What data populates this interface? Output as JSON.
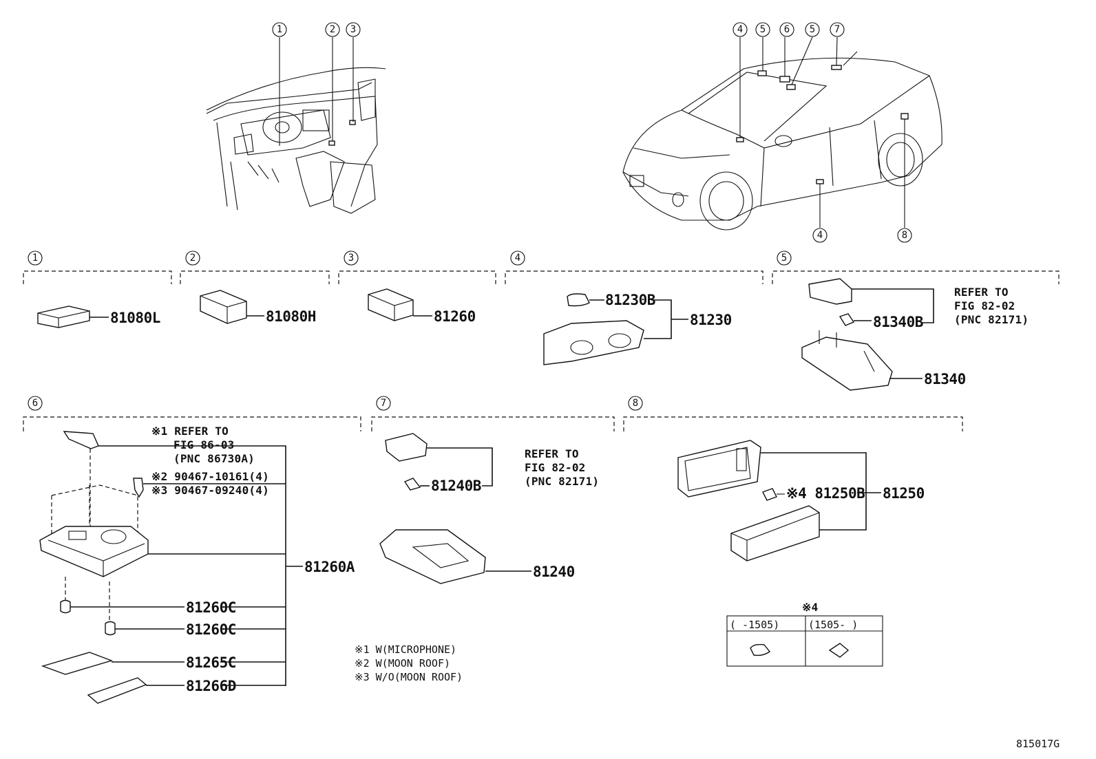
{
  "diagram": {
    "overview_callouts_interior": [
      "1",
      "2",
      "3"
    ],
    "overview_callouts_vehicle_top": [
      "4",
      "5",
      "6",
      "5",
      "7"
    ],
    "overview_callouts_vehicle_bottom": [
      "4",
      "8"
    ],
    "sections": [
      {
        "num": "1",
        "parts": [
          "81080L"
        ]
      },
      {
        "num": "2",
        "parts": [
          "81080H"
        ]
      },
      {
        "num": "3",
        "parts": [
          "81260"
        ]
      },
      {
        "num": "4",
        "parts": [
          "81230B",
          "81230"
        ]
      },
      {
        "num": "5",
        "parts": [
          "81340B",
          "81340"
        ],
        "ref": [
          "REFER TO",
          "FIG 82-02",
          "(PNC 82171)"
        ]
      },
      {
        "num": "6",
        "parts": [
          "81260A",
          "81260C",
          "81260C",
          "81265C",
          "81266D"
        ],
        "ref": [
          "※1 REFER TO",
          "FIG 86-03",
          "(PNC 86730A)"
        ],
        "fasteners": [
          "※2 90467-10161(4)",
          "※3 90467-09240(4)"
        ]
      },
      {
        "num": "7",
        "parts": [
          "81240B",
          "81240"
        ],
        "ref": [
          "REFER TO",
          "FIG 82-02",
          "(PNC 82171)"
        ]
      },
      {
        "num": "8",
        "parts": [
          "※4 81250B",
          "81250"
        ]
      }
    ],
    "notes": [
      "※1 W(MICROPHONE)",
      "※2 W(MOON ROOF)",
      "※3 W/O(MOON ROOF)"
    ],
    "table": {
      "title": "※4",
      "headers": [
        "(    -1505)",
        "(1505-    )"
      ]
    },
    "figure_id": "815017G"
  }
}
